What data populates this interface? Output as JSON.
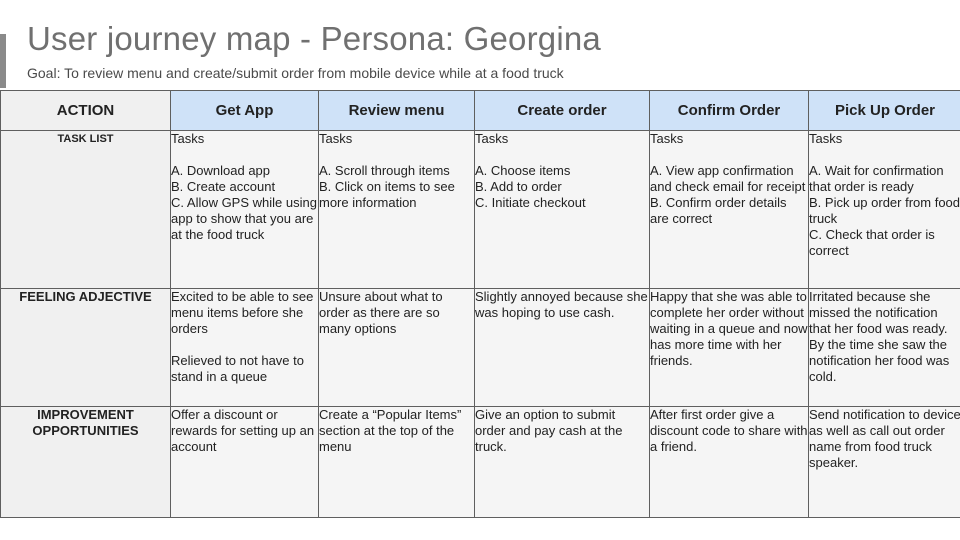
{
  "header": {
    "title": "User journey map - Persona: Georgina",
    "goal": "Goal: To review menu and create/submit order from mobile device while at a food truck"
  },
  "table": {
    "corner_label": "ACTION",
    "columns": [
      "Get App",
      "Review menu",
      "Create order",
      "Confirm Order",
      "Pick Up Order"
    ],
    "rows": [
      {
        "label": "TASK LIST",
        "cells": [
          "Tasks\n\nA. Download app\nB. Create account\nC. Allow GPS while using app to show that you are at the food truck",
          "Tasks\n\nA. Scroll through items\nB. Click on items to see more information",
          "Tasks\n\nA. Choose items\nB. Add to order\nC. Initiate checkout",
          "Tasks\n\nA. View app confirmation and check email for receipt\nB. Confirm order details are correct",
          "Tasks\n\nA. Wait for confirmation that order is ready\nB. Pick up order from food truck\nC. Check that order is correct"
        ]
      },
      {
        "label": "FEELING ADJECTIVE",
        "cells": [
          "Excited to be able to see menu items before she orders\n\nRelieved to not have to stand in a queue",
          "Unsure about what to order as there are so many options",
          "Slightly annoyed because she was hoping to use cash.",
          "Happy that she was able to complete her order without waiting in a queue and now has more time with her friends.",
          "Irritated because she missed the notification that her food was ready. By the time she saw the notification her food was cold."
        ]
      },
      {
        "label": "IMPROVEMENT OPPORTUNITIES",
        "cells": [
          "Offer a discount or rewards for setting up an account",
          "Create a “Popular Items” section at the top of the menu",
          "Give an option to submit order and pay cash at the truck.",
          "After first order give a discount code to share with a friend.",
          "Send notification to device as well as call out order name from food truck speaker."
        ]
      }
    ]
  },
  "colors": {
    "header_blue": "#cfe2f8",
    "cell_gray": "#f5f5f5",
    "title_gray": "#707070",
    "accent_bar": "#8a8a8a"
  }
}
